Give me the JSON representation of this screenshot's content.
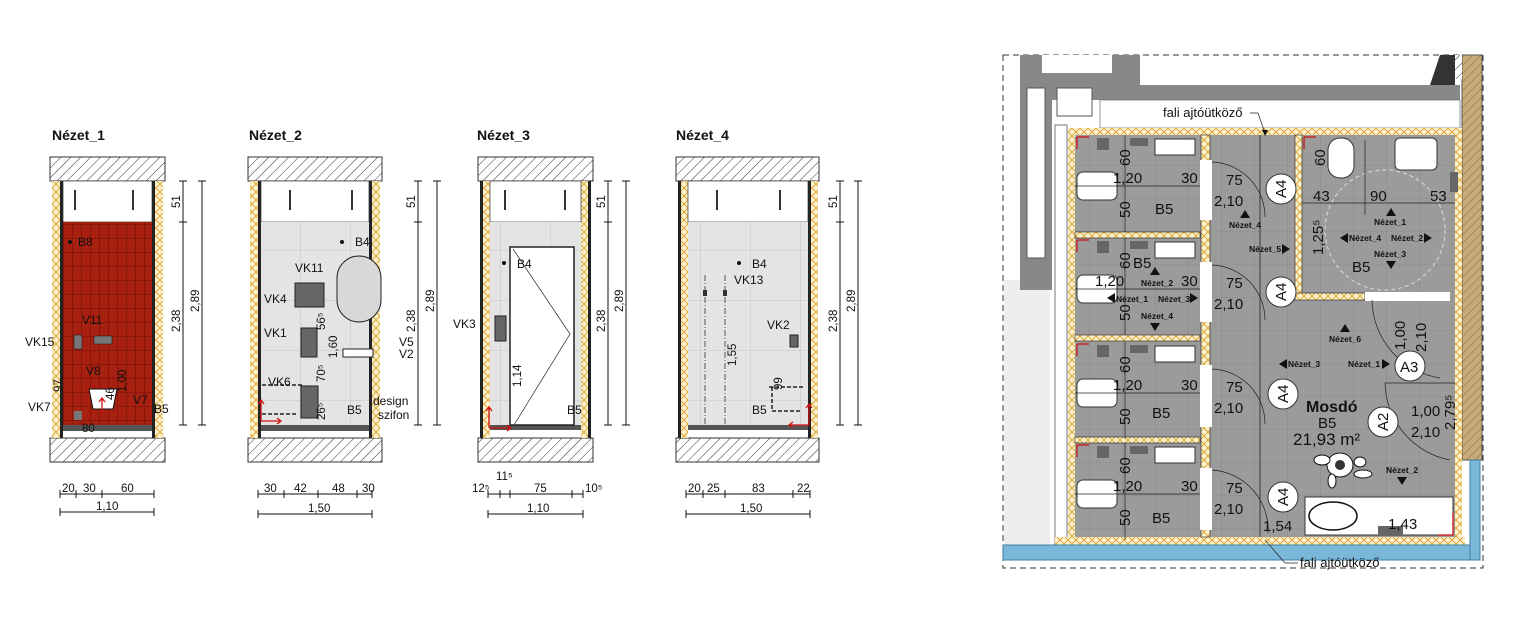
{
  "elevations": [
    {
      "title": "Nézet_1",
      "heights": [
        "51",
        "2,38",
        "2,89"
      ],
      "widths": [
        "20",
        "30",
        "60"
      ],
      "total": "1,10",
      "tags": [
        "B8",
        "V11",
        "VK15",
        "V8",
        "VK7",
        "V7",
        "B5"
      ],
      "dims": [
        "97",
        "1,00",
        "46",
        "80"
      ]
    },
    {
      "title": "Nézet_2",
      "heights": [
        "51",
        "2,38",
        "2,89"
      ],
      "widths": [
        "30",
        "42",
        "48",
        "30"
      ],
      "total": "1,50",
      "tags": [
        "B4",
        "VK11",
        "VK4",
        "VK1",
        "VK6",
        "V5",
        "V2",
        "B5"
      ],
      "dims": [
        "56⁵",
        "1,60",
        "70⁵",
        "26⁵"
      ],
      "note": [
        "design",
        "szifon"
      ]
    },
    {
      "title": "Nézet_3",
      "heights": [
        "51",
        "2,38",
        "2,89"
      ],
      "widths": [
        "12⁵",
        "11⁵",
        "75",
        "10⁵"
      ],
      "total": "1,10",
      "tags": [
        "B4",
        "VK3",
        "B5"
      ],
      "dims": [
        "1,14"
      ]
    },
    {
      "title": "Nézet_4",
      "heights": [
        "51",
        "2,38",
        "2,89"
      ],
      "widths": [
        "20",
        "25",
        "83",
        "22"
      ],
      "total": "1,50",
      "tags": [
        "B4",
        "VK13",
        "VK2",
        "B5"
      ],
      "dims": [
        "1,55",
        "99"
      ]
    }
  ],
  "plan": {
    "door_stop_label": "fali ajtóütköző",
    "cubicle": {
      "dims": [
        "60",
        "1,20",
        "30",
        "75",
        "2,10",
        "50"
      ],
      "room": "B5",
      "door": "A4"
    },
    "cubicle2_views": [
      "Nézet_2",
      "Nézet_1",
      "Nézet_3",
      "Nézet_4"
    ],
    "corridor_views": [
      "Nézet_4",
      "Nézet_5"
    ],
    "accessible_wc": {
      "dims": [
        "60",
        "43",
        "90",
        "53",
        "1,25⁵"
      ],
      "room": "B5",
      "views": [
        "Nézet_1",
        "Nézet_4",
        "Nézet_2",
        "Nézet_3"
      ]
    },
    "main": {
      "name": "Mosdó",
      "code": "B5",
      "area": "21,93 m²",
      "views": [
        "Nézet_6",
        "Nézet_3",
        "Nézet_1",
        "Nézet_2"
      ],
      "door_a3": {
        "tag": "A3",
        "w": "1,00",
        "h": "2,10"
      },
      "door_a2": {
        "tag": "A2",
        "w": "1,00",
        "h": "2,10"
      },
      "sill": "2,79⁵",
      "dims": [
        "1,54",
        "1,43"
      ]
    }
  },
  "colors": {
    "tile_red": "#a8200f",
    "wall_light": "#e4e4e4",
    "floor_gray": "#9b9b9b",
    "insulation": "#f4e3a8",
    "water": "#79b8d9",
    "marker_red": "#d01010"
  }
}
